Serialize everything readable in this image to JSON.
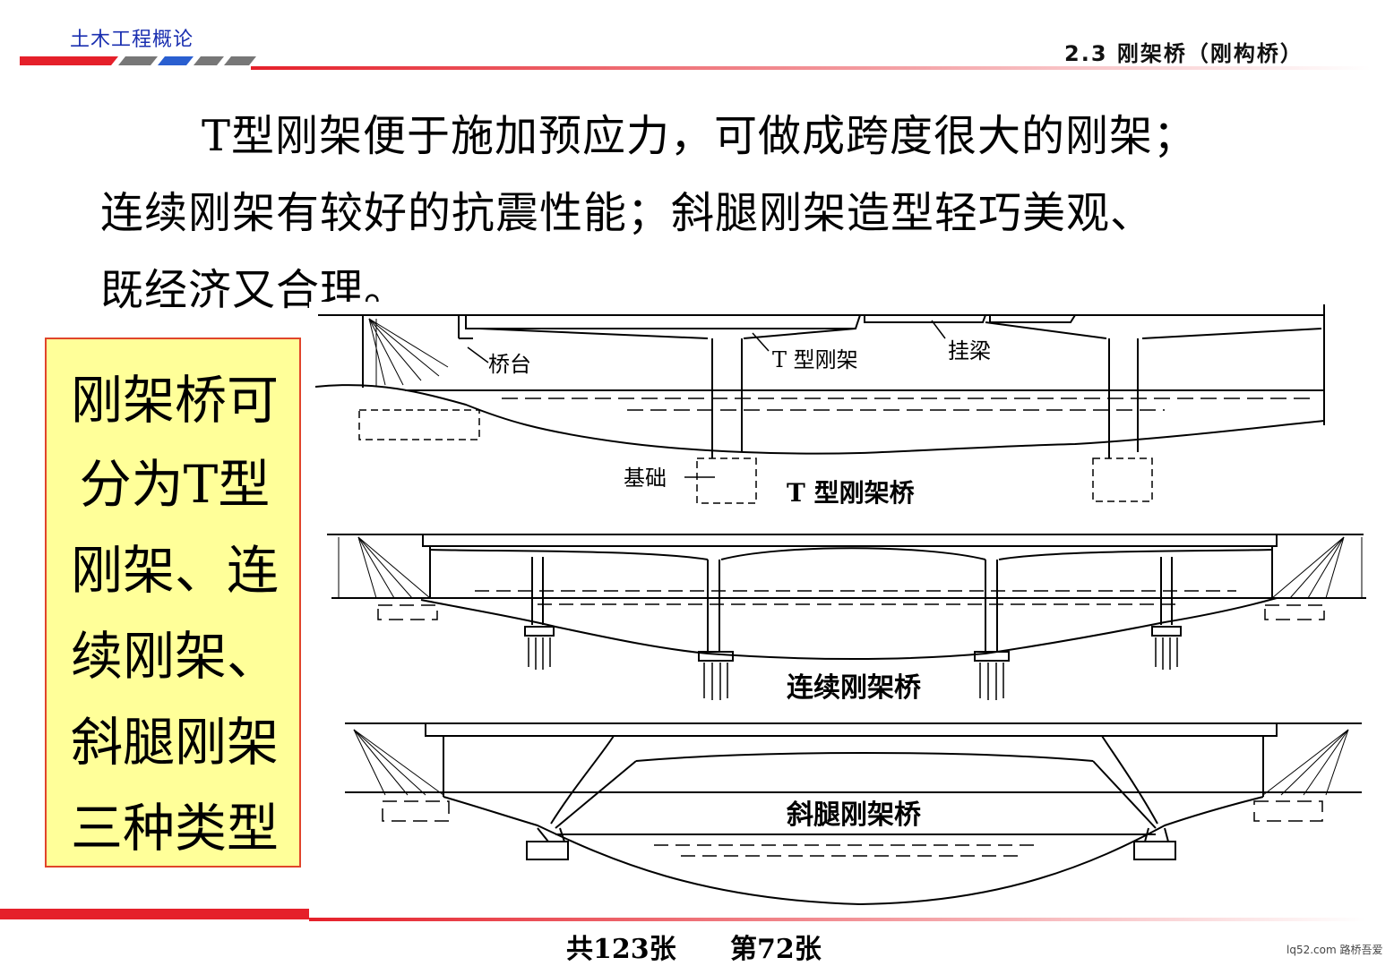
{
  "header": {
    "course_title": "土木工程概论",
    "section_title": "2.3  刚架桥（刚构桥）"
  },
  "body": {
    "line1": "T型刚架便于施加预应力，可做成跨度很大的刚架；",
    "line2": "连续刚架有较好的抗震性能；斜腿刚架造型轻巧美观、",
    "line3": "既经济又合理。"
  },
  "side_box": {
    "lines": [
      "刚架桥可",
      "分为T型",
      "刚架、连",
      "续刚架、",
      "斜腿刚架",
      "三种类型"
    ]
  },
  "figure": {
    "t_frame": {
      "label_abutment": "桥台",
      "label_t_frame": "T 型刚架",
      "label_hung_beam": "挂梁",
      "label_foundation": "基础",
      "caption": "T 型刚架桥"
    },
    "continuous": {
      "caption": "连续刚架桥"
    },
    "slant_leg": {
      "caption": "斜腿刚架桥"
    }
  },
  "footer": {
    "total": "共123张",
    "current": "第72张",
    "watermark": "lq52.com 路桥吾爱"
  },
  "colors": {
    "accent_red": "#e5202a",
    "accent_blue": "#2a3fc0",
    "box_fill": "#ffff99",
    "box_border": "#e0452a"
  }
}
